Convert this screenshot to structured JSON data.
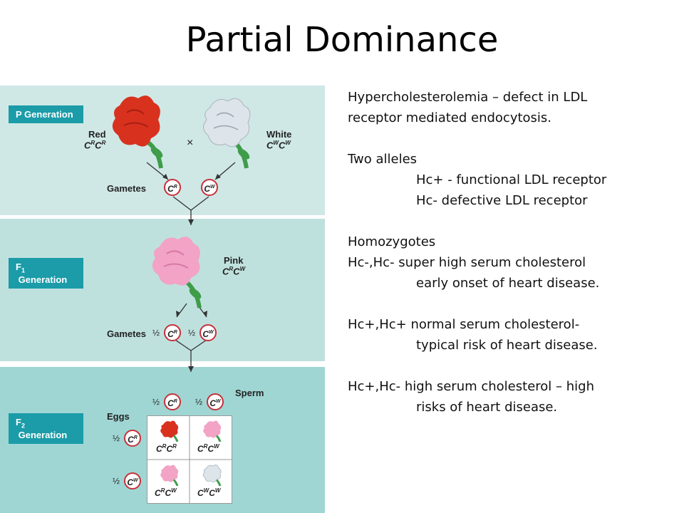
{
  "title": "Partial Dominance",
  "figure": {
    "p_label": "P Generation",
    "f1_label_main": "F",
    "f1_label_sub": "1",
    "f1_label_rest": " Generation",
    "f2_label_main": "F",
    "f2_label_sub": "2",
    "f2_label_rest": " Generation",
    "red": "Red",
    "white": "White",
    "pink": "Pink",
    "cross": "×",
    "gametes": "Gametes",
    "sperm": "Sperm",
    "eggs": "Eggs",
    "half": "½",
    "C": "C",
    "R": "R",
    "W": "W"
  },
  "notes": [
    {
      "text": "Hypercholesterolemia – defect in LDL",
      "indent": false
    },
    {
      "text": "receptor mediated endocytosis.",
      "indent": false
    },
    {
      "text": "",
      "indent": false
    },
    {
      "text": "Two alleles",
      "indent": false
    },
    {
      "text": "Hc+ - functional LDL receptor",
      "indent": true
    },
    {
      "text": "Hc- defective LDL receptor",
      "indent": true
    },
    {
      "text": "",
      "indent": false
    },
    {
      "text": "Homozygotes",
      "indent": false
    },
    {
      "text": "Hc-,Hc- super high serum cholesterol",
      "indent": false
    },
    {
      "text": "early onset of heart disease.",
      "indent": true
    },
    {
      "text": "",
      "indent": false
    },
    {
      "text": "Hc+,Hc+ normal serum cholesterol-",
      "indent": false
    },
    {
      "text": "typical risk of heart disease.",
      "indent": true
    },
    {
      "text": "",
      "indent": false
    },
    {
      "text": "Hc+,Hc- high serum cholesterol – high",
      "indent": false
    },
    {
      "text": "risks of heart disease.",
      "indent": true
    }
  ],
  "colors": {
    "red": "#d8321f",
    "white": "#dde4ea",
    "pink": "#f2a3c6",
    "stem": "#3f9d4a",
    "accent": "#1b9ca8"
  }
}
